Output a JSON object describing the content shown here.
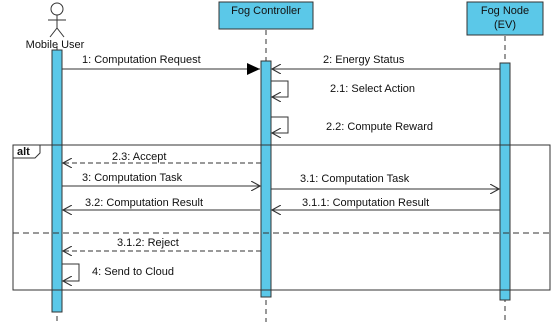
{
  "participants": {
    "mobile_user": "Mobile User",
    "fog_controller": "Fog Controller",
    "fog_node_line1": "Fog Node",
    "fog_node_line2": "(EV)"
  },
  "messages": {
    "m1": "1: Computation Request",
    "m2": "2: Energy Status",
    "m2_1": "2.1: Select Action",
    "m2_2": "2.2: Compute Reward",
    "m2_3": "2.3: Accept",
    "m3": "3: Computation Task",
    "m3_1": "3.1: Computation Task",
    "m3_2": "3.2: Computation Result",
    "m3_1_1": "3.1.1: Computation Result",
    "m3_1_2": "3.1.2: Reject",
    "m4": "4: Send to Cloud"
  },
  "fragment": {
    "operator": "alt"
  },
  "colors": {
    "header_fill": "#5bc8e8",
    "activation_fill": "#5bc8e8",
    "stroke": "#333333"
  }
}
